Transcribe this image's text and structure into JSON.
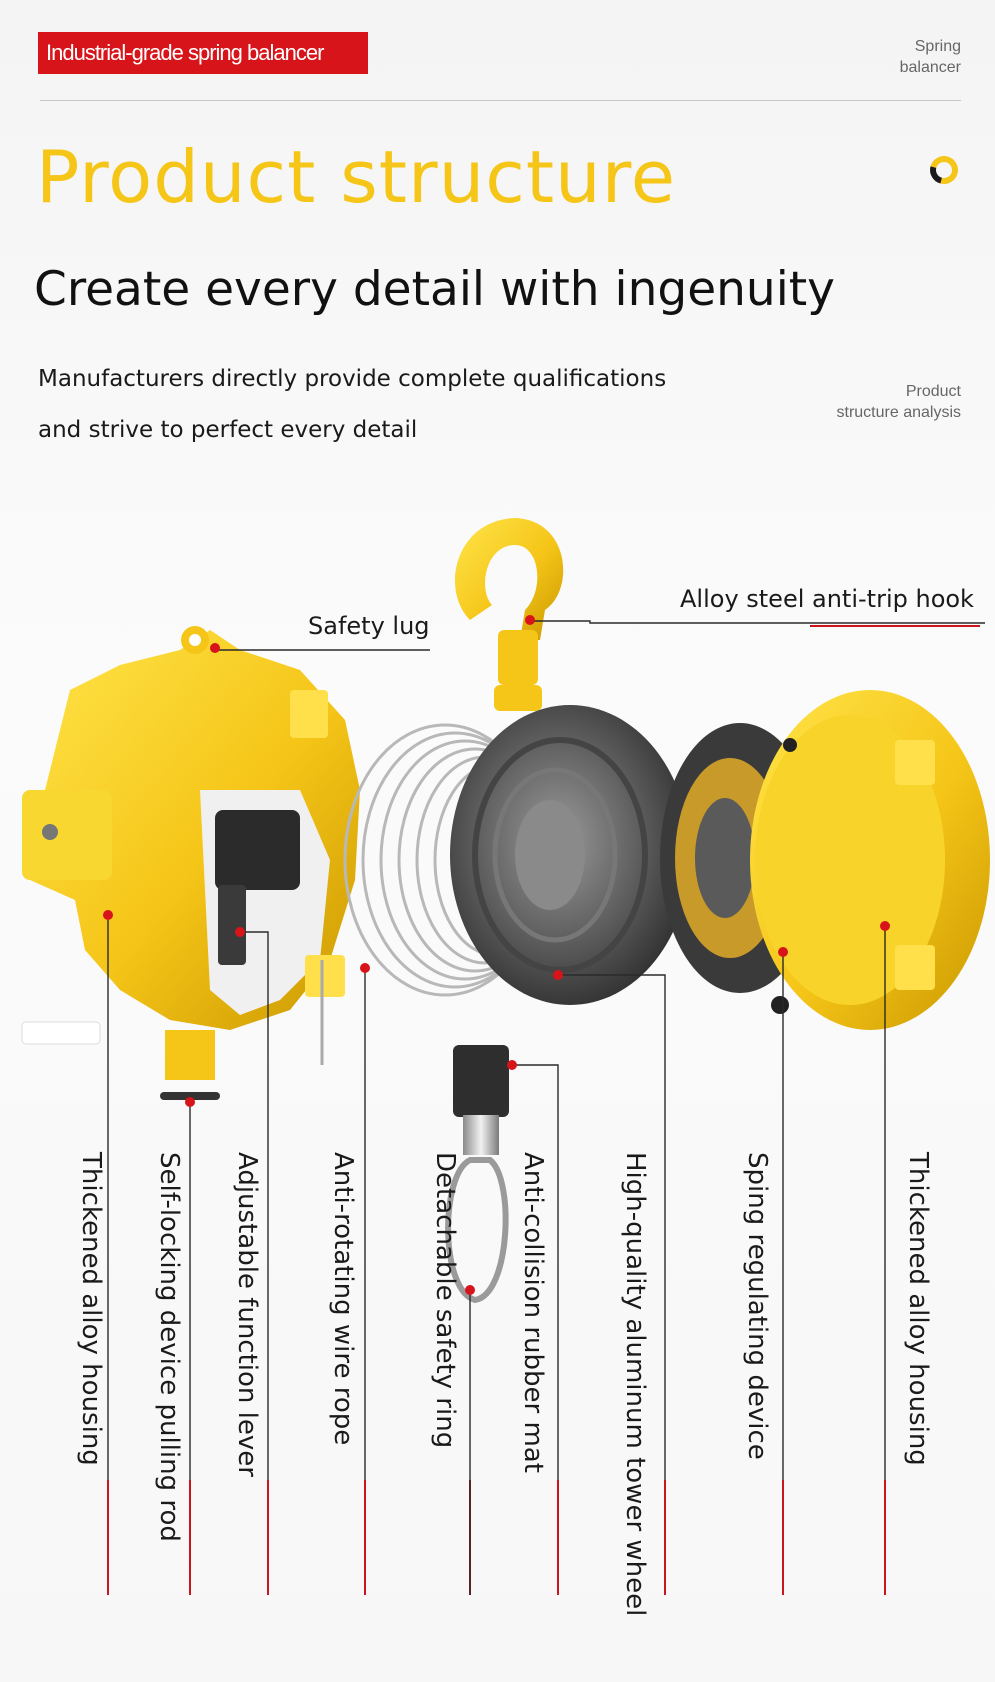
{
  "header": {
    "tag": "Industrial-grade spring balancer",
    "corner_line1": "Spring",
    "corner_line2": "balancer"
  },
  "title": "Product structure",
  "subtitle": "Create every detail with ingenuity",
  "intro": {
    "line1": "Manufacturers directly provide complete qualifications",
    "line2": "and strive to perfect every detail",
    "side_line1": "Product",
    "side_line2": "structure analysis"
  },
  "callouts": {
    "hook": "Alloy steel anti-trip hook",
    "lug": "Safety lug"
  },
  "labels": [
    "Thickened alloy housing",
    "Self-locking device pulling rod",
    "Adjustable function lever",
    "Anti-rotating wire rope",
    "Detachable safety ring",
    "Anti-collision rubber mat",
    "High-quality aluminum tower wheel",
    "Sping regulating device",
    "Thickened alloy housing"
  ],
  "colors": {
    "accent_yellow": "#f5c518",
    "accent_red": "#d7141a",
    "text": "#1a1a1a"
  }
}
